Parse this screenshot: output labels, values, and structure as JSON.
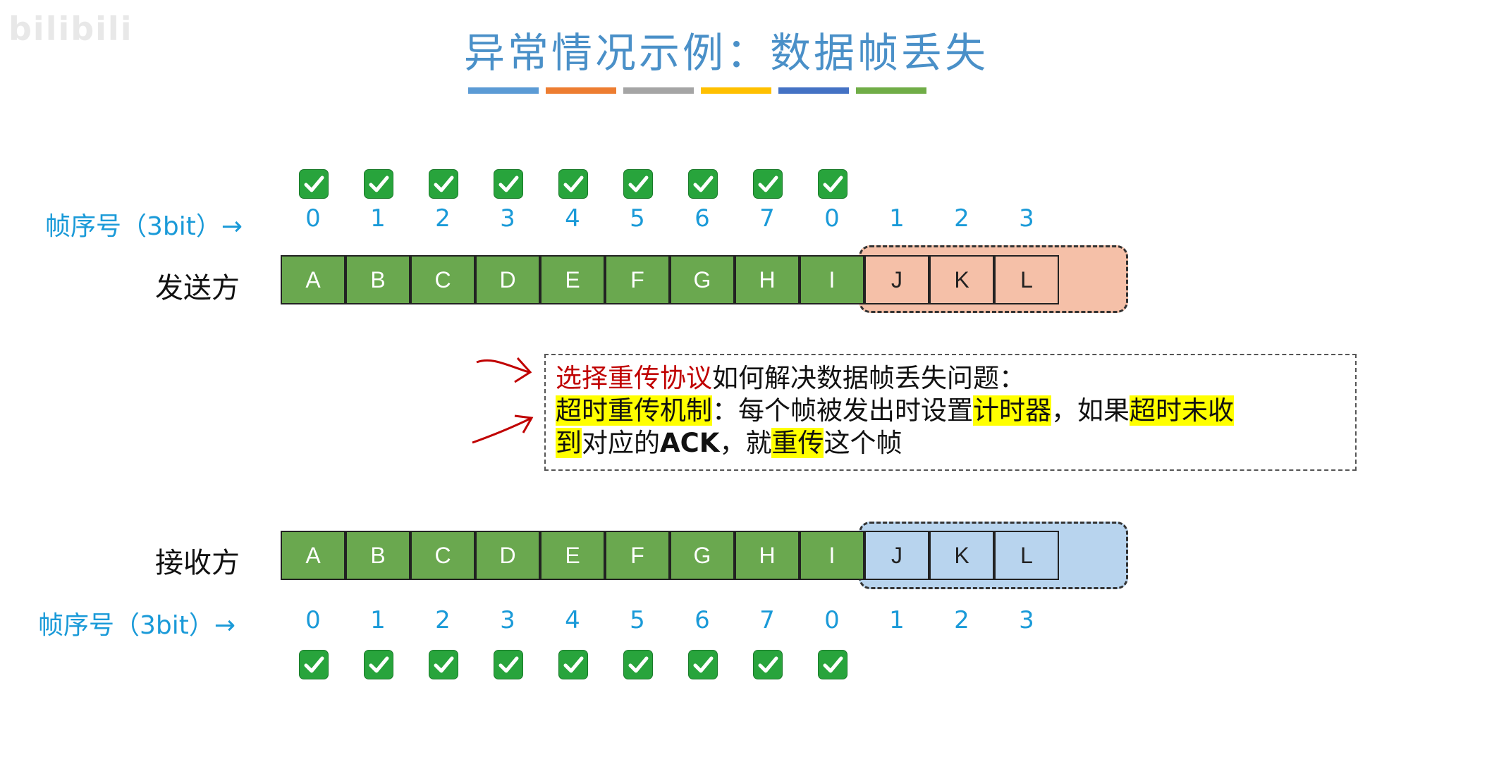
{
  "watermark": "bilibili",
  "title": "异常情况示例：数据帧丢失",
  "title_bar_colors": [
    "#5b9bd5",
    "#ed7d31",
    "#a5a5a5",
    "#ffc000",
    "#4472c4",
    "#70ad47"
  ],
  "sender": {
    "label": "发送方",
    "seq_label": "帧序号（3bit）→",
    "seq_numbers": [
      "0",
      "1",
      "2",
      "3",
      "4",
      "5",
      "6",
      "7",
      "0",
      "1",
      "2",
      "3"
    ],
    "frames": [
      "A",
      "B",
      "C",
      "D",
      "E",
      "F",
      "G",
      "H",
      "I",
      "J",
      "K",
      "L"
    ],
    "acked_count": 9
  },
  "receiver": {
    "label": "接收方",
    "seq_label": "帧序号（3bit）→",
    "seq_numbers": [
      "0",
      "1",
      "2",
      "3",
      "4",
      "5",
      "6",
      "7",
      "0",
      "1",
      "2",
      "3"
    ],
    "frames": [
      "A",
      "B",
      "C",
      "D",
      "E",
      "F",
      "G",
      "H",
      "I",
      "J",
      "K",
      "L"
    ],
    "acked_count": 9
  },
  "note": {
    "line1_red": "选择重传协议",
    "line1_rest": "如何解决数据帧丢失问题：",
    "l2_hl1": "超时重传机制",
    "l2_t1": "：每个帧被发出时设置",
    "l2_hl2": "计时器",
    "l2_t2": "，如果",
    "l2_hl3": "超时未收",
    "l3_hl1": "到",
    "l3_t1": "对应的",
    "l3_bold": "ACK",
    "l3_t2": "，就",
    "l3_hl2": "重传",
    "l3_t3": "这个帧"
  },
  "colors": {
    "seq": "#1a9ad8",
    "frame_done": "#6aa84f",
    "sender_window": "#f5c0a8",
    "receiver_window": "#b8d4ee",
    "check": "#28a43c",
    "annotation": "#c00000"
  }
}
